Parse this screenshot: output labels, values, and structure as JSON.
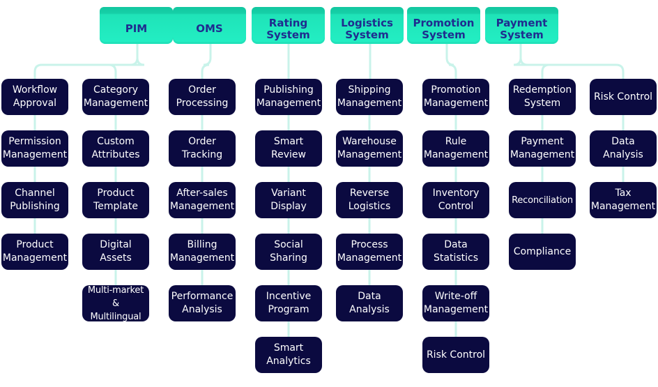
{
  "colors": {
    "header_fill": "#23efc4",
    "header_text": "#1f2c8f",
    "node_fill": "#0b0a40",
    "node_text": "#ffffff",
    "connector": "#c9f3ea"
  },
  "systems": [
    {
      "name": "PIM",
      "groups": [
        [
          "Workflow\nApproval",
          "Permission\nManagement",
          "Channel\nPublishing",
          "Product\nManagement"
        ],
        [
          "Category\nManagement",
          "Custom\nAttributes",
          "Product\nTemplate",
          "Digital\nAssets",
          "Multi-market &\nMultilingual"
        ]
      ]
    },
    {
      "name": "OMS",
      "groups": [
        [
          "Order\nProcessing",
          "Order\nTracking",
          "After-sales\nManagement",
          "Billing\nManagement",
          "Performance\nAnalysis"
        ]
      ]
    },
    {
      "name": "Rating\nSystem",
      "groups": [
        [
          "Publishing\nManagement",
          "Smart\nReview",
          "Variant\nDisplay",
          "Social\nSharing",
          "Incentive\nProgram",
          "Smart\nAnalytics"
        ]
      ]
    },
    {
      "name": "Logistics\nSystem",
      "groups": [
        [
          "Shipping\nManagement",
          "Warehouse\nManagement",
          "Reverse\nLogistics",
          "Process\nManagement",
          "Data Analysis"
        ]
      ]
    },
    {
      "name": "Promotion\nSystem",
      "groups": [
        [
          "Promotion\nManagement",
          "Rule\nManagement",
          "Inventory\nControl",
          "Data\nStatistics",
          "Write-off\nManagement",
          "Risk Control"
        ]
      ]
    },
    {
      "name": "Payment\nSystem",
      "groups": [
        [
          "Redemption\nSystem",
          "Payment\nManagement",
          "Reconciliation",
          "Compliance"
        ],
        [
          "Risk Control",
          "Data Analysis",
          "Tax\nManagement"
        ]
      ]
    }
  ]
}
